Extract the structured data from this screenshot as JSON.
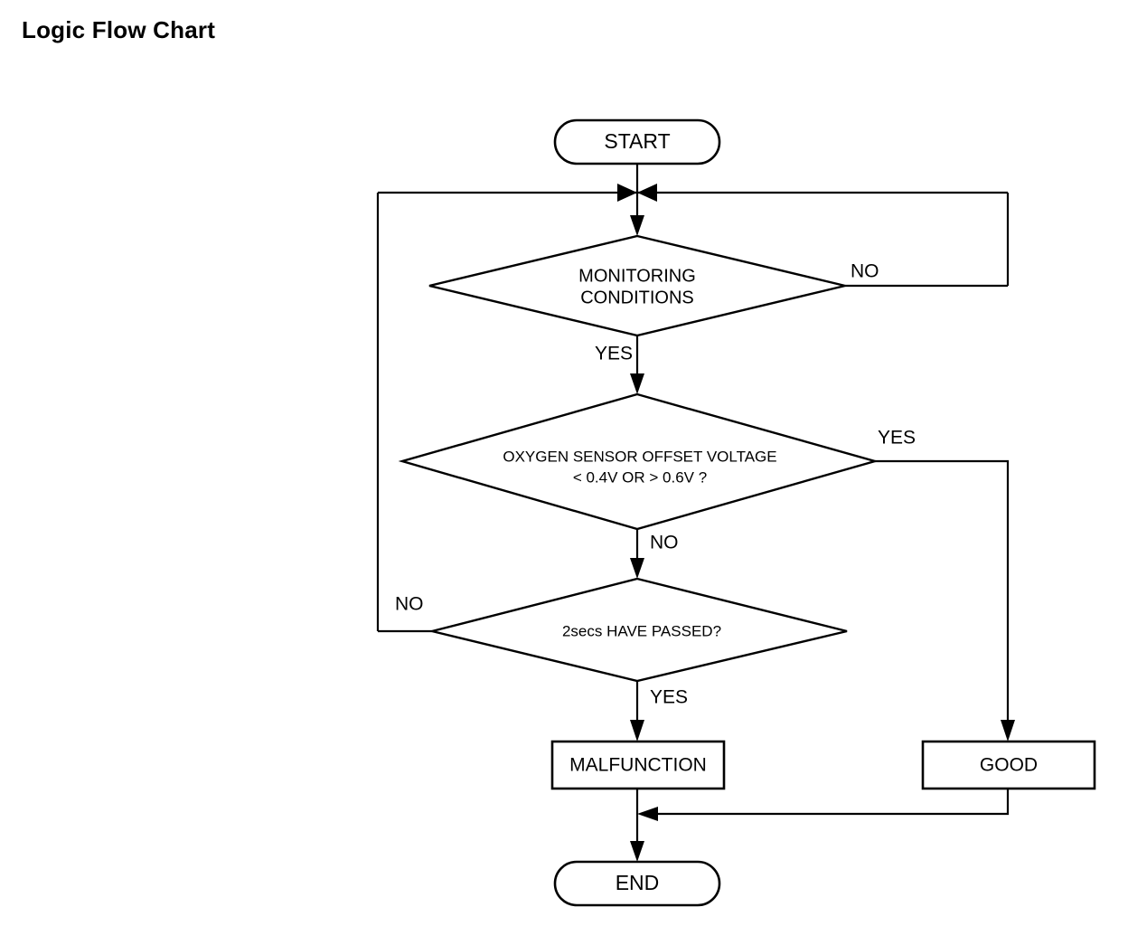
{
  "page": {
    "title": "Logic Flow Chart",
    "background_color": "#ffffff",
    "line_color": "#000000"
  },
  "chart_data": {
    "type": "diagram",
    "diagram_kind": "flowchart",
    "title": "Logic Flow Chart",
    "orientation": "top-to-bottom",
    "nodes": [
      {
        "id": "start",
        "shape": "terminator",
        "label": "START"
      },
      {
        "id": "monitoring",
        "shape": "decision",
        "label": "MONITORING CONDITIONS",
        "line1": "MONITORING",
        "line2": "CONDITIONS"
      },
      {
        "id": "offset",
        "shape": "decision",
        "label": "OXYGEN SENSOR OFFSET VOLTAGE < 0.4V OR > 0.6V ?",
        "line1": "OXYGEN SENSOR OFFSET VOLTAGE",
        "line2": "< 0.4V OR > 0.6V ?"
      },
      {
        "id": "timer",
        "shape": "decision",
        "label": "2secs HAVE PASSED?",
        "line1": "2secs HAVE PASSED?"
      },
      {
        "id": "malfunction",
        "shape": "process",
        "label": "MALFUNCTION"
      },
      {
        "id": "good",
        "shape": "process",
        "label": "GOOD"
      },
      {
        "id": "end",
        "shape": "terminator",
        "label": "END"
      }
    ],
    "edges": [
      {
        "from": "start",
        "to": "monitoring",
        "label": ""
      },
      {
        "from": "monitoring",
        "to": "offset",
        "label": "YES"
      },
      {
        "from": "monitoring",
        "to": "start_junction",
        "label": "NO"
      },
      {
        "from": "offset",
        "to": "timer",
        "label": "NO"
      },
      {
        "from": "offset",
        "to": "good",
        "label": "YES"
      },
      {
        "from": "timer",
        "to": "malfunction",
        "label": "YES"
      },
      {
        "from": "timer",
        "to": "start_junction",
        "label": "NO"
      },
      {
        "from": "malfunction",
        "to": "end",
        "label": ""
      },
      {
        "from": "good",
        "to": "end",
        "label": ""
      }
    ]
  },
  "labels": {
    "monitoring_yes": "YES",
    "monitoring_no": "NO",
    "offset_yes": "YES",
    "offset_no": "NO",
    "timer_yes": "YES",
    "timer_no": "NO"
  }
}
